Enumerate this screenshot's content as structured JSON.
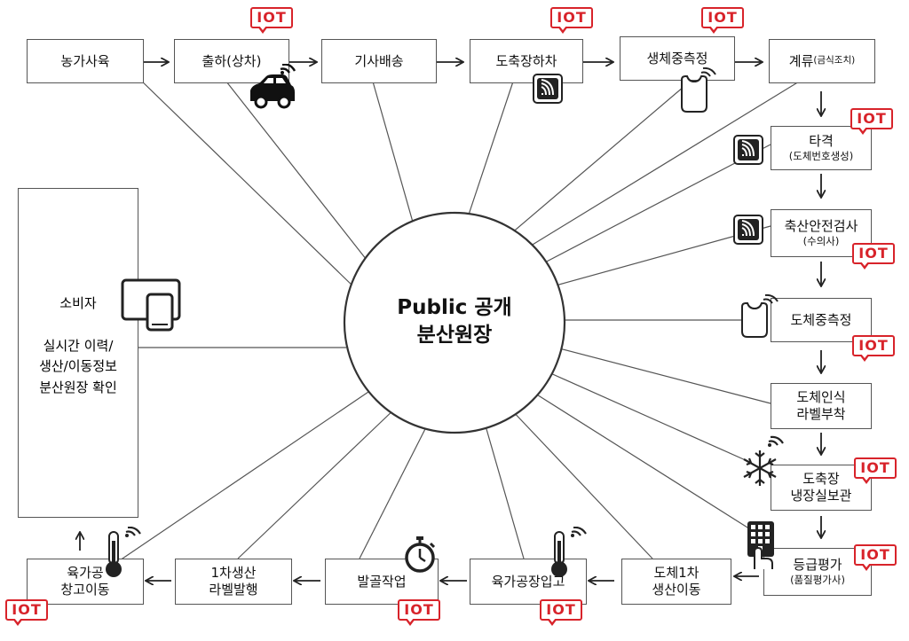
{
  "center": {
    "line1": "Public 공개",
    "line2": "분산원장"
  },
  "iot_label": "IOT",
  "steps": {
    "s1": "농가사육",
    "s2": "출하(상차)",
    "s3": "기사배송",
    "s4": "도축장하차",
    "s5": "생체중측정",
    "s6_main": "계류",
    "s6_sub": "(금식조치)",
    "s7_main": "타격",
    "s7_sub": "(도체번호생성)",
    "s8_main": "축산안전검사",
    "s8_sub": "(수의사)",
    "s9": "도체중측정",
    "s10_l1": "도체인식",
    "s10_l2": "라벨부착",
    "s11_l1": "도축장",
    "s11_l2": "냉장실보관",
    "s12_main": "등급평가",
    "s12_sub": "(품질평가사)",
    "s13_l1": "도체1차",
    "s13_l2": "생산이동",
    "s14": "육가공장입고",
    "s15": "발골작업",
    "s16_l1": "1차생산",
    "s16_l2": "라벨발행",
    "s17_l1": "육가공",
    "s17_l2": "창고이동"
  },
  "consumer": {
    "title": "소비자",
    "desc_l1": "실시간 이력/",
    "desc_l2": "생산/이동정보",
    "desc_l3": "분산원장 확인"
  },
  "colors": {
    "iot": "#d8232a",
    "line": "#555555",
    "text": "#111111"
  }
}
